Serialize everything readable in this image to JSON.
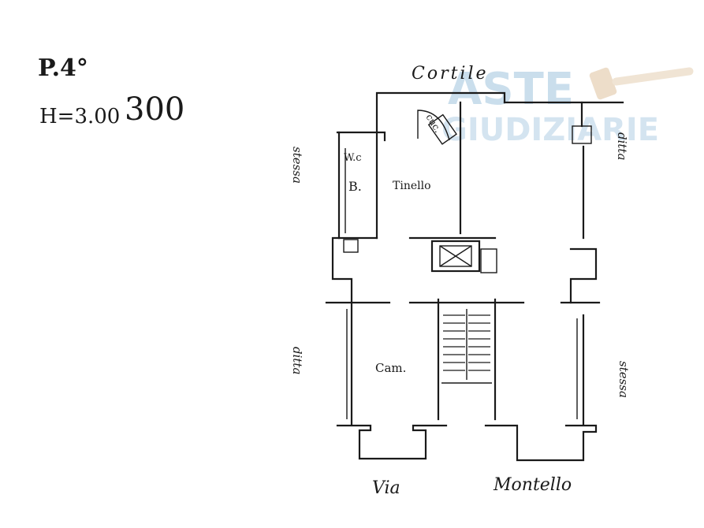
{
  "header": {
    "floor_label": "P.4°",
    "height_prefix": "H=3.00",
    "height_handwritten": "300"
  },
  "street": {
    "top": "Cortile",
    "bottom_left": "Via",
    "bottom_right": "Montello"
  },
  "neighbors": {
    "left_top": "stessa",
    "left_bottom": "ditta",
    "right_top": "ditta",
    "right_bottom": "stessa"
  },
  "rooms": {
    "wc": "W.c",
    "bath": "B.",
    "kitchen": "Tinello",
    "room": "Cam.",
    "cupboard": "cuc."
  },
  "watermark": {
    "line1": "ASTE",
    "line2": "GIUDIZIARIE",
    "color": "#b9d3e6"
  }
}
